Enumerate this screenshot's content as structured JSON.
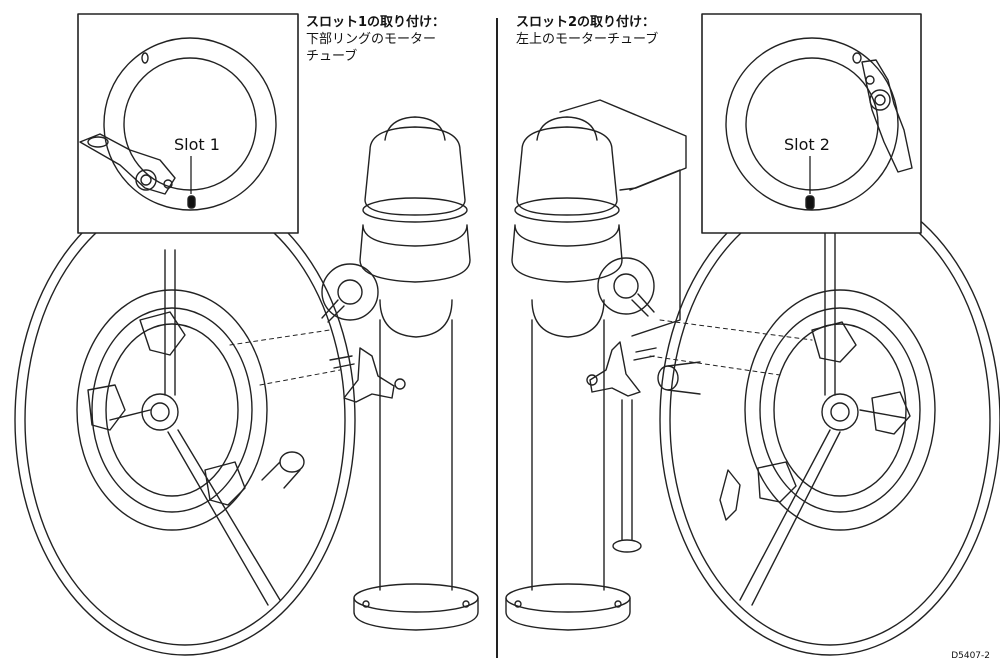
{
  "left_caption": {
    "title": "スロット1の取り付け：",
    "line2": "下部リングのモーター",
    "line3": "チューブ"
  },
  "right_caption": {
    "title": "スロット2の取り付け：",
    "line2": "左上のモーターチューブ"
  },
  "inset_left": {
    "slot_label": "Slot 1"
  },
  "inset_right": {
    "slot_label": "Slot 2"
  },
  "drawing_ref": "D5407-2"
}
